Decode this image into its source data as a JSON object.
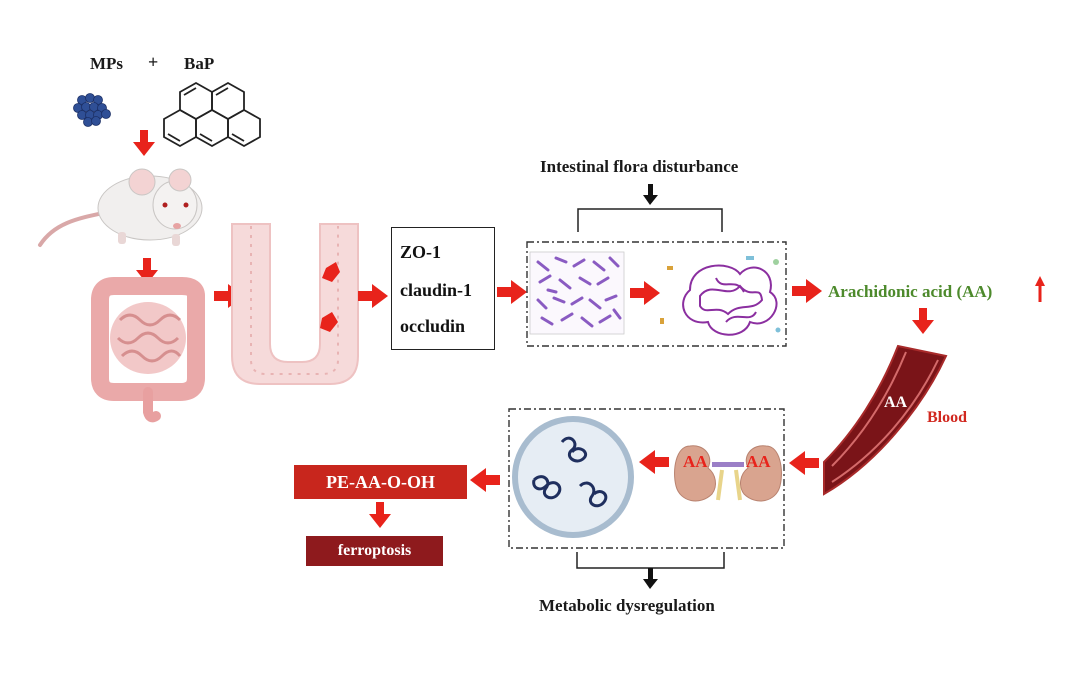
{
  "inputs": {
    "mps": "MPs",
    "plus": "+",
    "bap": "BaP"
  },
  "tight_junction_proteins": [
    "ZO-1",
    "claudin-1",
    "occludin"
  ],
  "flora_label": "Intestinal flora disturbance",
  "aa_label": "Arachidonic acid (AA)",
  "blood": {
    "aa": "AA",
    "label": "Blood"
  },
  "kidney": {
    "aa_left": "AA",
    "aa_right": "AA"
  },
  "metabolic_label": "Metabolic dysregulation",
  "pe_label": "PE-AA-O-OH",
  "ferroptosis_label": "ferroptosis",
  "colors": {
    "arrow_red": "#e8231b",
    "aa_green": "#4d8a2c",
    "blood_label_red": "#d1281f",
    "pe_box": "#c8261d",
    "ferroptosis_box": "#8e1a1d",
    "vessel": "#7a1418",
    "bacteria_purple": "#8a5bc2",
    "microplastic_blue": "#2f4f96"
  }
}
